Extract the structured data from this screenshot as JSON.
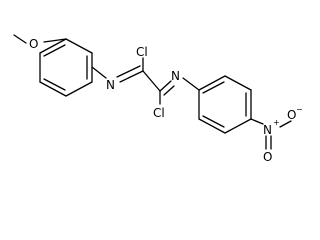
{
  "molecule": {
    "atoms": {
      "methoxy_o": "O",
      "n_left": "N",
      "cl_top": "Cl",
      "n_right": "N",
      "cl_bottom": "Cl",
      "nitro_n": "N",
      "nitro_o_right": "O",
      "nitro_o_bottom": "O"
    },
    "charges": {
      "nitro_n": "+",
      "nitro_o_right": "−"
    }
  }
}
